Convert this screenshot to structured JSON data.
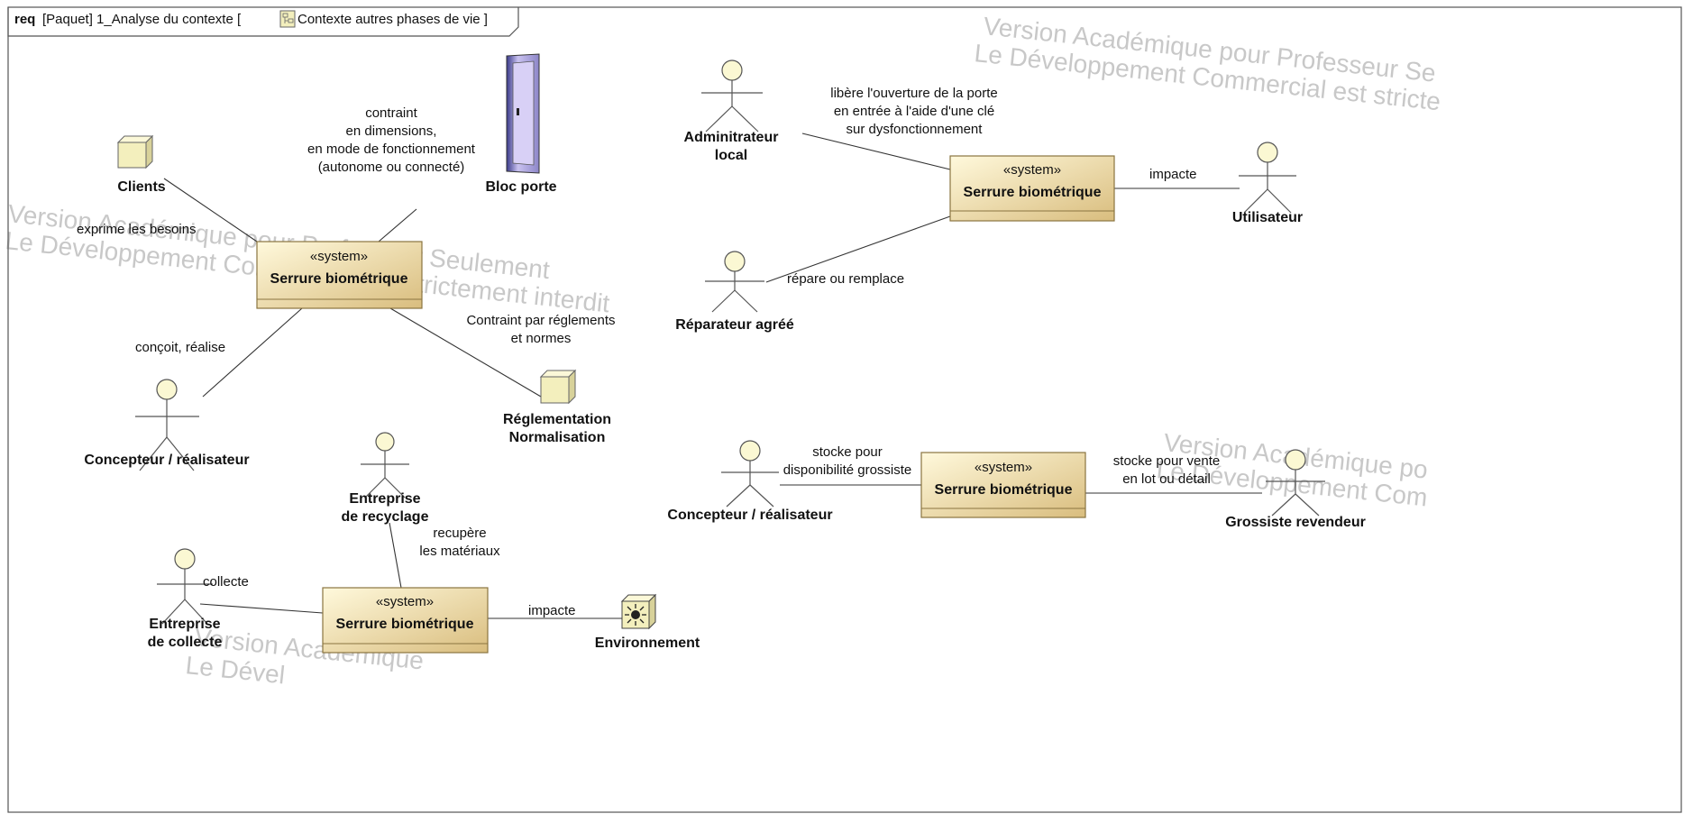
{
  "frame": {
    "keyword": "req",
    "label": "[Paquet] 1_Analyse du contexte [",
    "diagram_name": "Contexte autres phases de vie ]"
  },
  "watermarks": {
    "top_right_1": "Version Académique pour Professeur Se",
    "top_right_2": "Le Développement Commercial est stricte",
    "left_1": "Version Académique pour Professeur Seulement",
    "left_2": "Le Développement Commercial est strictement interdit",
    "bottom_1": "Version Académique",
    "bottom_2": "Le Dével",
    "right_1": "Version Académique po",
    "right_2": "Le Développement Com"
  },
  "systems": {
    "stereotype": "«system»",
    "name": "Serrure biométrique"
  },
  "blocks": {
    "clients": "Clients",
    "bloc_porte": "Bloc porte",
    "reglementation_1": "Réglementation",
    "reglementation_2": "Normalisation",
    "environnement": "Environnement"
  },
  "actors": {
    "concepteur": "Concepteur / réalisateur",
    "recyclage_1": "Entreprise",
    "recyclage_2": "de recyclage",
    "collecte_1": "Entreprise",
    "collecte_2": "de collecte",
    "admin_1": "Adminitrateur",
    "admin_2": "local",
    "utilisateur": "Utilisateur",
    "reparateur": "Réparateur agréé",
    "concepteur2": "Concepteur / réalisateur",
    "grossiste": "Grossiste revendeur"
  },
  "labels": {
    "exprime": "exprime les besoins",
    "contraint_1": "contraint",
    "contraint_2": "en dimensions,",
    "contraint_3": "en mode de fonctionnement",
    "contraint_4": "(autonome ou connecté)",
    "conçoit": "conçoit, réalise",
    "reglements_1": "Contraint par réglements",
    "reglements_2": "et normes",
    "recupere_1": "recupère",
    "recupere_2": "les matériaux",
    "collecte": "collecte",
    "impacte_env": "impacte",
    "libere_1": "libère l'ouverture de la porte",
    "libere_2": "en entrée à l'aide d'une clé",
    "libere_3": "sur dysfonctionnement",
    "impacte_user": "impacte",
    "repare": "répare ou remplace",
    "stocke_1": "stocke pour",
    "stocke_2": "disponibilité grossiste",
    "vente_1": "stocke pour vente",
    "vente_2": "en lot ou détail"
  },
  "colors": {
    "system_top": "#fdf6d4",
    "system_bottom": "#e0c68a",
    "block_fill": "#f3efbd"
  }
}
